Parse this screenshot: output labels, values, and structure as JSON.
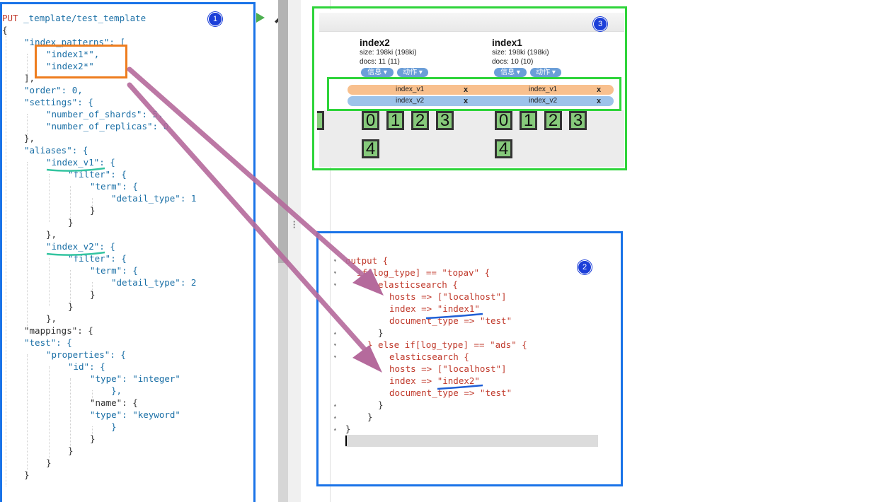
{
  "left_editor": {
    "method": "PUT",
    "path": " _template/test_template",
    "lines": [
      "{",
      "\"index_patterns\": [",
      "\"index1*\",",
      "\"index2*\"",
      "],",
      "\"order\": 0,",
      "\"settings\": {",
      "\"number_of_shards\": 5,",
      "\"number_of_replicas\": 0",
      "},",
      "\"aliases\": {",
      "\"index_v1\": {",
      "\"filter\": {",
      "\"term\": {",
      "\"detail_type\": 1",
      "}",
      "}",
      "},",
      "\"index_v2\": {",
      "\"filter\": {",
      "\"term\": {",
      "\"detail_type\": 2",
      "}",
      "}",
      "},",
      "\"mappings\": {",
      "\"test\": {",
      "\"properties\": {",
      "\"id\": {",
      "\"type\": \"integer\"",
      "},",
      "\"name\": {",
      "\"type\": \"keyword\"",
      "}",
      "}",
      "}",
      "}",
      "}"
    ]
  },
  "right_editor": {
    "lines": [
      "output {",
      "if[log_type] == \"topav\" {",
      "elasticsearch {",
      "hosts => [\"localhost\"]",
      "index => \"index1\"",
      "document_type => \"test\"",
      "}",
      "} else if[log_type] == \"ads\" {",
      "elasticsearch {",
      "hosts => [\"localhost\"]",
      "index => \"index2\"",
      "document_type => \"test\"",
      "}",
      "}",
      "}"
    ]
  },
  "cluster": {
    "indices": [
      {
        "name": "index2",
        "size": "size: 198ki (198ki)",
        "docs": "docs: 11 (11)",
        "info_btn": "信息 ▾",
        "action_btn": "动作 ▾",
        "alias1": "index_v1",
        "alias2": "index_v2",
        "remove": "x",
        "shards": [
          "0",
          "1",
          "2",
          "3",
          "4"
        ]
      },
      {
        "name": "index1",
        "size": "size: 198ki (198ki)",
        "docs": "docs: 10 (10)",
        "info_btn": "信息 ▾",
        "action_btn": "动作 ▾",
        "alias1": "index_v1",
        "alias2": "index_v2",
        "remove": "x",
        "shards": [
          "0",
          "1",
          "2",
          "3",
          "4"
        ]
      }
    ]
  },
  "badges": {
    "b1": "1",
    "b2": "2",
    "b3": "3"
  },
  "colors": {
    "blue_box": "#1a73e8",
    "green_box": "#2ed43a",
    "orange_box": "#ee7d1e",
    "arrow": "#b56a9c"
  }
}
